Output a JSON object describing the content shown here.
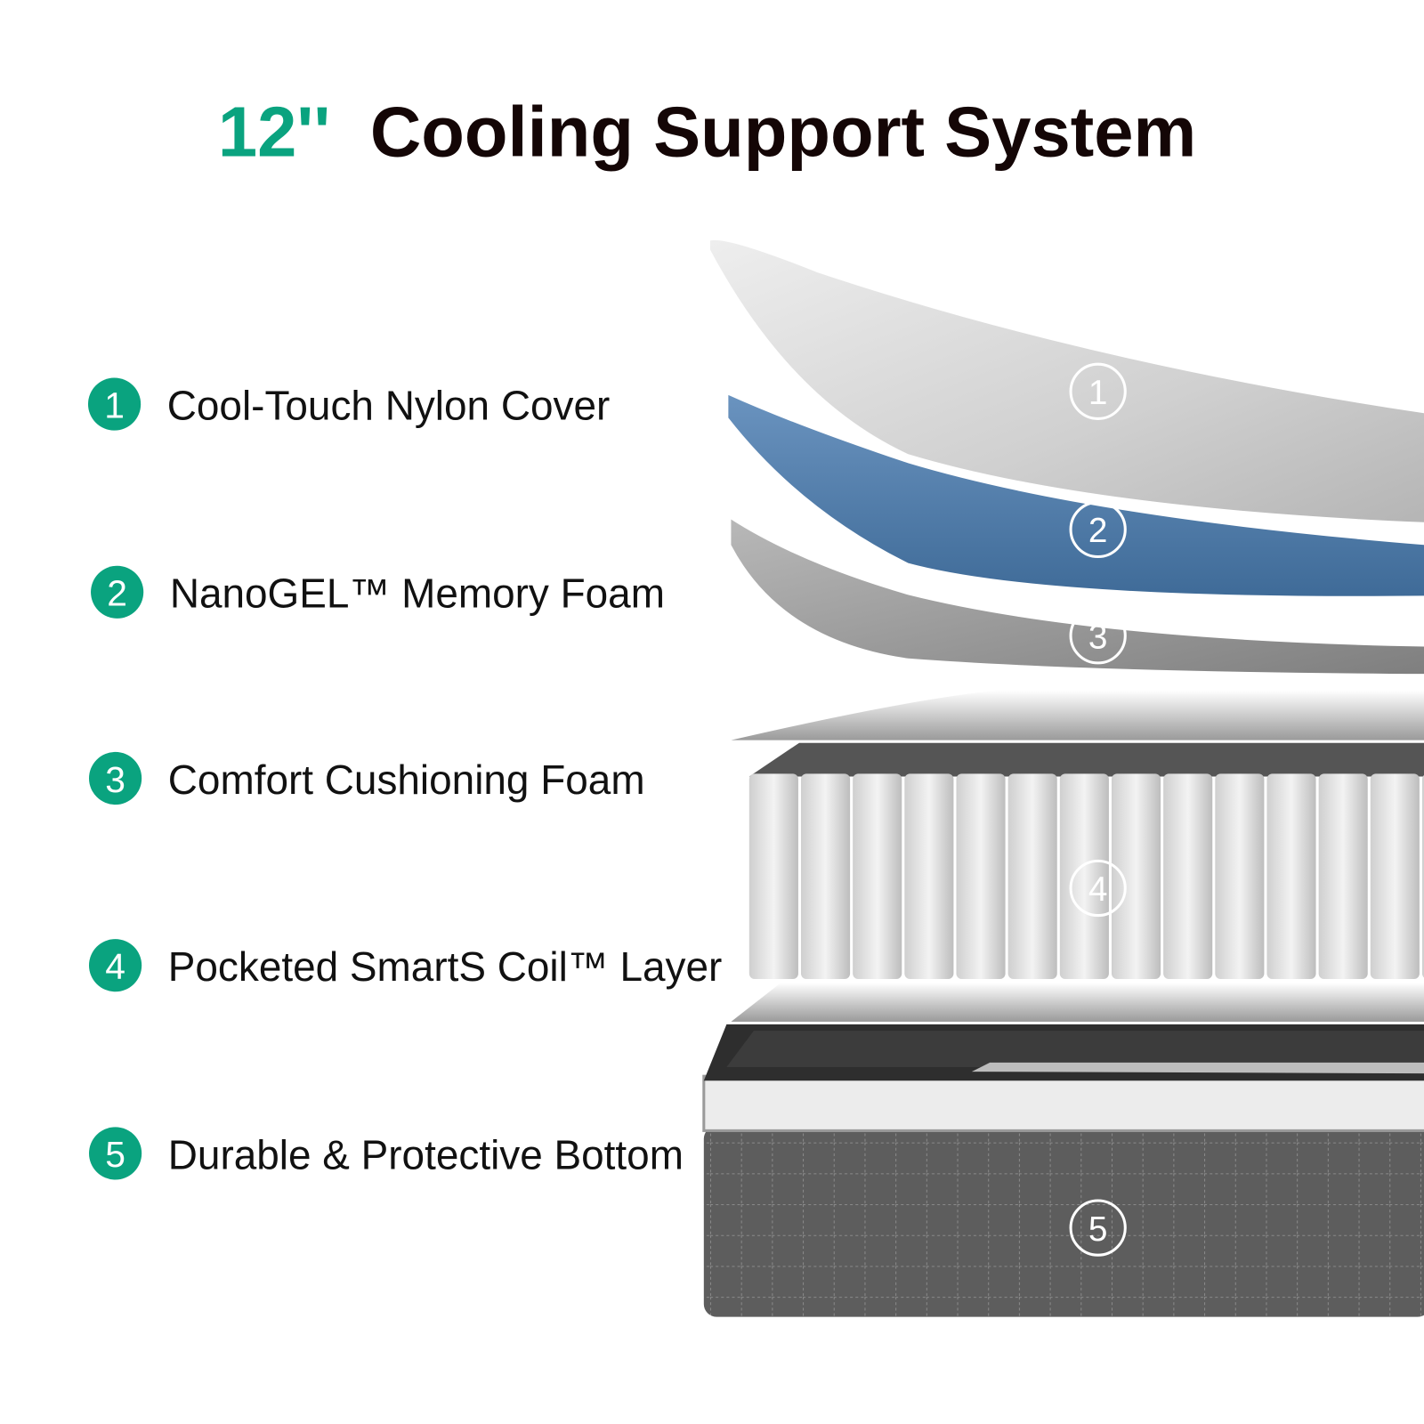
{
  "title": {
    "highlight": "12''",
    "text": "Cooling Support System"
  },
  "colors": {
    "accent": "#0aa37f",
    "title_text": "#140606",
    "blue_foam": "#4f7aa6",
    "gray_foam": "#8a8a8a",
    "cover": "#d9d9d9",
    "bottom": "#5a5a5a"
  },
  "layers": [
    {
      "number": "1",
      "label": "Cool-Touch Nylon Cover"
    },
    {
      "number": "2",
      "label": "NanoGEL™ Memory Foam"
    },
    {
      "number": "3",
      "label": "Comfort Cushioning Foam"
    },
    {
      "number": "4",
      "label": "Pocketed SmartS Coil™ Layer"
    },
    {
      "number": "5",
      "label": "Durable & Protective Bottom"
    }
  ]
}
